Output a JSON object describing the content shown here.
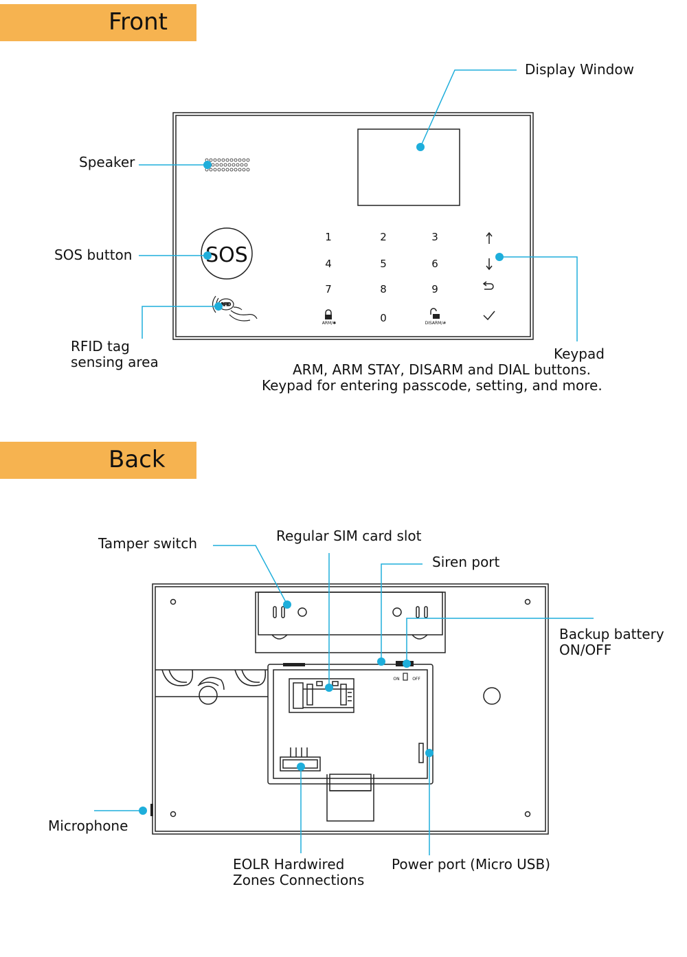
{
  "sections": {
    "front": "Front",
    "back": "Back"
  },
  "front": {
    "labels": {
      "display_window": "Display Window",
      "speaker": "Speaker",
      "sos_button": "SOS button",
      "rfid_line1": "RFID tag",
      "rfid_line2": "sensing area",
      "keypad_title": "Keypad",
      "keypad_line1": "ARM, ARM STAY, DISARM and DIAL buttons.",
      "keypad_line2": "Keypad for entering passcode, setting, and more."
    },
    "device": {
      "sos_text": "SOS",
      "rfid_text": "RFID",
      "keys": [
        "1",
        "2",
        "3",
        "4",
        "5",
        "6",
        "7",
        "8",
        "9",
        "0"
      ],
      "arm_text": "ARM/✱",
      "disarm_text": "DISARM/#"
    }
  },
  "back": {
    "labels": {
      "tamper_switch": "Tamper switch",
      "sim_slot": "Regular SIM card slot",
      "siren_port": "Siren port",
      "battery_line1": "Backup battery",
      "battery_line2": "ON/OFF",
      "microphone": "Microphone",
      "eolr_line1": "EOLR Hardwired",
      "eolr_line2": "Zones Connections",
      "power_port": "Power port (Micro USB)"
    },
    "device": {
      "on_text": "ON",
      "off_text": "OFF"
    }
  },
  "colors": {
    "banner": "#F6B350",
    "callout": "#1EAEDB",
    "line": "#222222"
  }
}
